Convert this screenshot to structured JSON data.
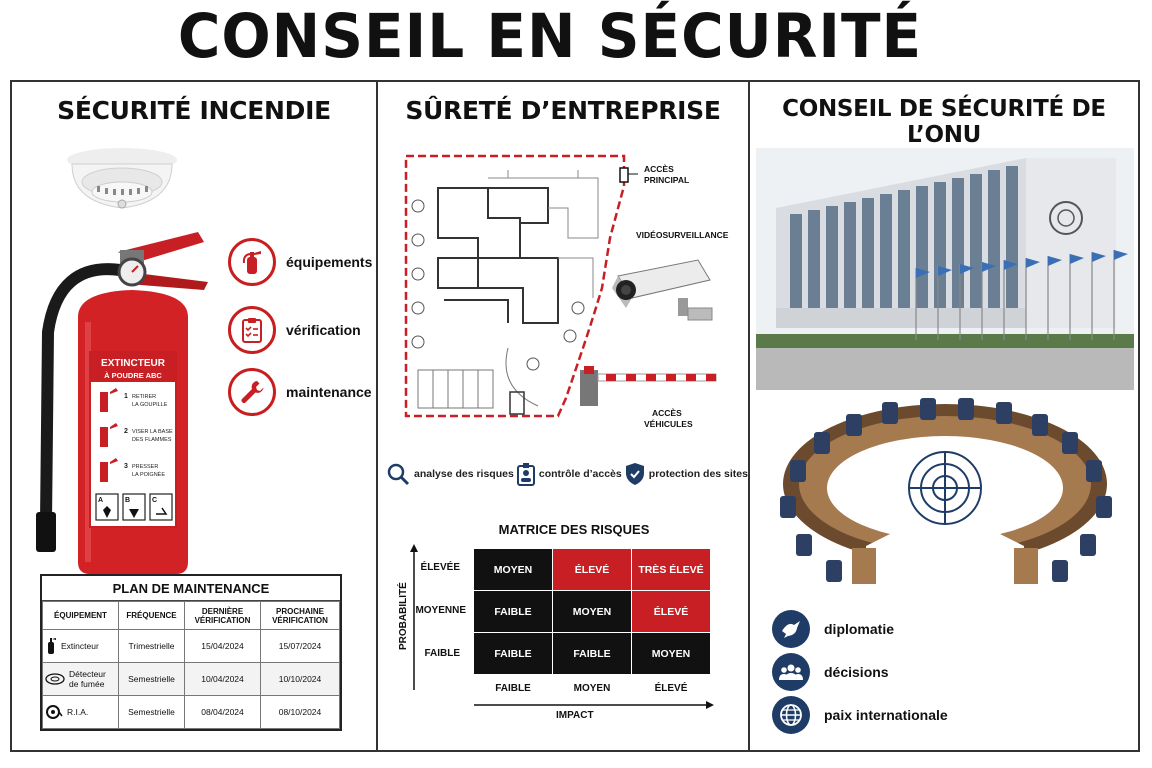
{
  "title": "CONSEIL EN SÉCURITÉ",
  "colors": {
    "red": "#c71f23",
    "navy": "#1f3c67",
    "black": "#111111"
  },
  "fire": {
    "title": "SÉCURITÉ INCENDIE",
    "extinguisher": {
      "label_line1": "EXTINCTEUR",
      "label_line2": "À POUDRE ABC",
      "steps": [
        {
          "num": "1",
          "line1": "RETIRER",
          "line2": "LA GOUPILLE"
        },
        {
          "num": "2",
          "line1": "VISER LA BASE",
          "line2": "DES FLAMMES"
        },
        {
          "num": "3",
          "line1": "PRESSER",
          "line2": "LA POIGNÉE"
        }
      ],
      "classes": [
        "A",
        "B",
        "C"
      ]
    },
    "features": [
      {
        "icon": "extinguisher-icon",
        "label": "équipements"
      },
      {
        "icon": "clipboard-icon",
        "label": "vérification"
      },
      {
        "icon": "wrench-icon",
        "label": "maintenance"
      }
    ],
    "maintenance": {
      "title": "PLAN DE MAINTENANCE",
      "headers": [
        "ÉQUIPEMENT",
        "FRÉQUENCE",
        "DERNIÈRE VÉRIFICATION",
        "PROCHAINE VÉRIFICATION"
      ],
      "rows": [
        {
          "equipment": "Extincteur",
          "frequency": "Trimestrielle",
          "last": "15/04/2024",
          "next": "15/07/2024"
        },
        {
          "equipment": "Détecteur de fumée",
          "frequency": "Semestrielle",
          "last": "10/04/2024",
          "next": "10/10/2024"
        },
        {
          "equipment": "R.I.A.",
          "frequency": "Semestrielle",
          "last": "08/04/2024",
          "next": "08/10/2024"
        }
      ]
    }
  },
  "corporate": {
    "title": "SÛRETÉ D’ENTREPRISE",
    "plan_labels": {
      "main_access_1": "ACCÈS",
      "main_access_2": "PRINCIPAL",
      "cctv": "VIDÉOSURVEILLANCE",
      "vehicle_access_1": "ACCÈS",
      "vehicle_access_2": "VÉHICULES"
    },
    "services": [
      {
        "icon": "magnifier-icon",
        "label": "analyse des risques"
      },
      {
        "icon": "badge-icon",
        "label": "contrôle d’accès"
      },
      {
        "icon": "shield-icon",
        "label": "protection des sites"
      }
    ],
    "matrix": {
      "title": "MATRICE DES RISQUES",
      "y_axis": "PROBABILITÉ",
      "x_axis": "IMPACT",
      "rows": [
        "ÉLEVÉE",
        "MOYENNE",
        "FAIBLE"
      ],
      "cols": [
        "FAIBLE",
        "MOYEN",
        "ÉLEVÉ"
      ],
      "cells": [
        [
          {
            "text": "MOYEN",
            "level": "black"
          },
          {
            "text": "ÉLEVÉ",
            "level": "red"
          },
          {
            "text": "TRÈS ÉLEVÉ",
            "level": "red"
          }
        ],
        [
          {
            "text": "FAIBLE",
            "level": "black"
          },
          {
            "text": "MOYEN",
            "level": "black"
          },
          {
            "text": "ÉLEVÉ",
            "level": "red"
          }
        ],
        [
          {
            "text": "FAIBLE",
            "level": "black"
          },
          {
            "text": "FAIBLE",
            "level": "black"
          },
          {
            "text": "MOYEN",
            "level": "black"
          }
        ]
      ]
    }
  },
  "un": {
    "title": "CONSEIL DE SÉCURITÉ DE L’ONU",
    "features": [
      {
        "icon": "dove-icon",
        "label": "diplomatie"
      },
      {
        "icon": "people-icon",
        "label": "décisions"
      },
      {
        "icon": "globe-icon",
        "label": "paix internationale"
      }
    ]
  }
}
